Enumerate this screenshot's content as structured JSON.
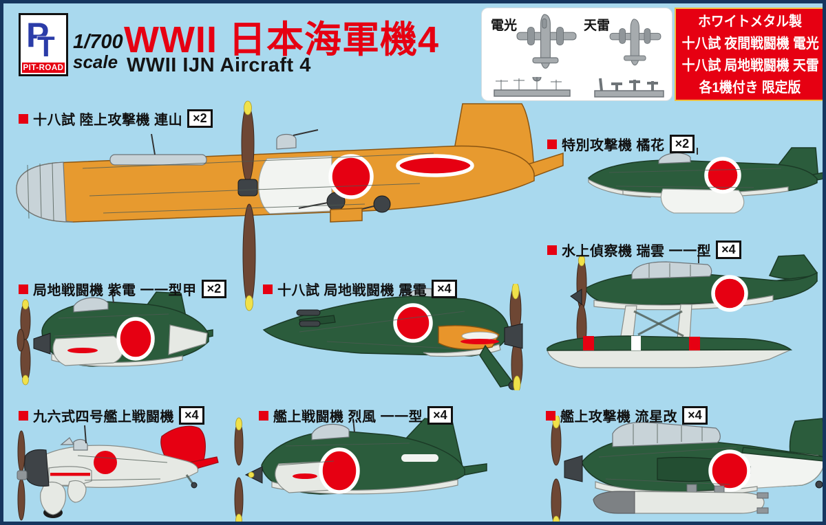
{
  "colors": {
    "background": "#A9D9EE",
    "frame": "#16365F",
    "title_red": "#E60012",
    "box_red": "#E60012",
    "accent_gold": "#F0C040",
    "green": "#2B5C3C",
    "orange": "#E79A2F",
    "underside": "#E6E9E4",
    "prop_brown": "#6E4734",
    "accent_yellow": "#F0E14A",
    "hinomaru": "#E60012",
    "logo_blue": "#2B3CA8"
  },
  "header": {
    "logo": {
      "brand": "PIT-ROAD",
      "monogram_p": "P",
      "monogram_t": "T"
    },
    "scale_line1": "1/700",
    "scale_line2": "scale",
    "title": "WWII 日本海軍機4",
    "subtitle": "WWII IJN Aircraft 4"
  },
  "bonus_photo_box": {
    "items": [
      {
        "label": "電光"
      },
      {
        "label": "天雷"
      }
    ]
  },
  "limited_box": {
    "lines": [
      "ホワイトメタル製",
      "十八試 夜間戦闘機 電光",
      "十八試 局地戦闘機 天雷",
      "各1機付き 限定版"
    ]
  },
  "aircraft": [
    {
      "id": "renzan",
      "label": "十八試 陸上攻撃機 連山",
      "qty": "×2"
    },
    {
      "id": "kikka",
      "label": "特別攻撃機 橘花",
      "qty": "×2"
    },
    {
      "id": "zuiun",
      "label": "水上偵察機 瑞雲 一一型",
      "qty": "×4"
    },
    {
      "id": "shiden",
      "label": "局地戦闘機 紫電 一一型甲",
      "qty": "×2"
    },
    {
      "id": "shinden",
      "label": "十八試 局地戦闘機 震電",
      "qty": "×4"
    },
    {
      "id": "a5m",
      "label": "九六式四号艦上戦闘機",
      "qty": "×4"
    },
    {
      "id": "reppu",
      "label": "艦上戦闘機 烈風 一一型",
      "qty": "×4"
    },
    {
      "id": "ryusei",
      "label": "艦上攻撃機 流星改",
      "qty": "×4"
    }
  ]
}
